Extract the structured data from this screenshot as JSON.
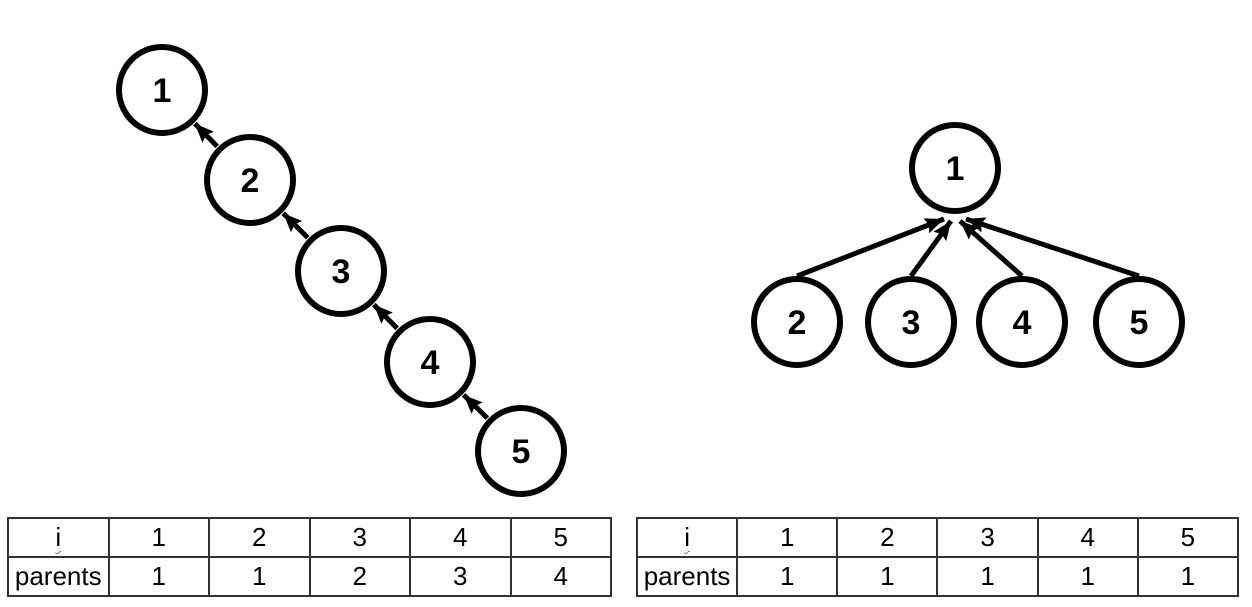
{
  "colors": {
    "ink": "#000000",
    "node_fill": "#ffffff",
    "table_border": "#333333",
    "spellcheck_underline": "#e0524a",
    "background": "#ffffff"
  },
  "chain_diagram": {
    "nodes": [
      {
        "id": "1",
        "label": "1"
      },
      {
        "id": "2",
        "label": "2"
      },
      {
        "id": "3",
        "label": "3"
      },
      {
        "id": "4",
        "label": "4"
      },
      {
        "id": "5",
        "label": "5"
      }
    ],
    "edges": [
      {
        "from": "2",
        "to": "1"
      },
      {
        "from": "3",
        "to": "2"
      },
      {
        "from": "4",
        "to": "3"
      },
      {
        "from": "5",
        "to": "4"
      }
    ]
  },
  "star_diagram": {
    "nodes": [
      {
        "id": "1",
        "label": "1"
      },
      {
        "id": "2",
        "label": "2"
      },
      {
        "id": "3",
        "label": "3"
      },
      {
        "id": "4",
        "label": "4"
      },
      {
        "id": "5",
        "label": "5"
      }
    ],
    "edges": [
      {
        "from": "2",
        "to": "1"
      },
      {
        "from": "3",
        "to": "1"
      },
      {
        "from": "4",
        "to": "1"
      },
      {
        "from": "5",
        "to": "1"
      }
    ]
  },
  "chain_table": {
    "rows": [
      {
        "label": "i",
        "cells": [
          "1",
          "2",
          "3",
          "4",
          "5"
        ]
      },
      {
        "label": "parents",
        "cells": [
          "1",
          "1",
          "2",
          "3",
          "4"
        ]
      }
    ]
  },
  "star_table": {
    "rows": [
      {
        "label": "i",
        "cells": [
          "1",
          "2",
          "3",
          "4",
          "5"
        ]
      },
      {
        "label": "parents",
        "cells": [
          "1",
          "1",
          "1",
          "1",
          "1"
        ]
      }
    ]
  }
}
